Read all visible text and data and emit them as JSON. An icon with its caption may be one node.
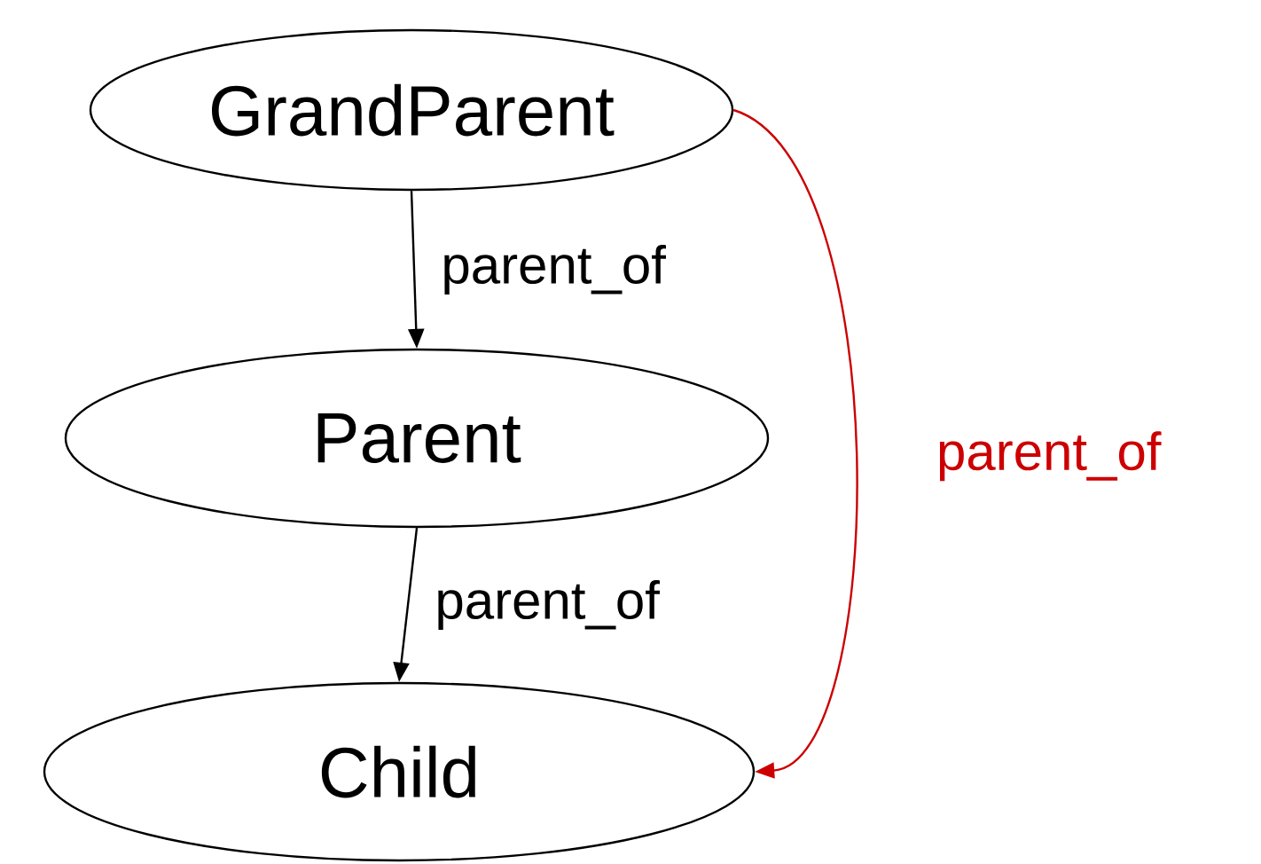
{
  "diagram": {
    "nodes": [
      {
        "text": [
          "GrandParent"
        ]
      },
      {
        "text": [
          "Parent"
        ]
      },
      {
        "text": [
          "Child"
        ]
      }
    ],
    "edges": [
      {
        "from": 0,
        "to": 1,
        "arrow": "to",
        "label": "parent_of"
      },
      {
        "from": 1,
        "to": 2,
        "arrow": "to",
        "label": "parent_of"
      },
      {
        "from": 0,
        "to": 2,
        "arrow": "to",
        "label": "parent_of",
        "color": "#cc0000"
      }
    ]
  }
}
